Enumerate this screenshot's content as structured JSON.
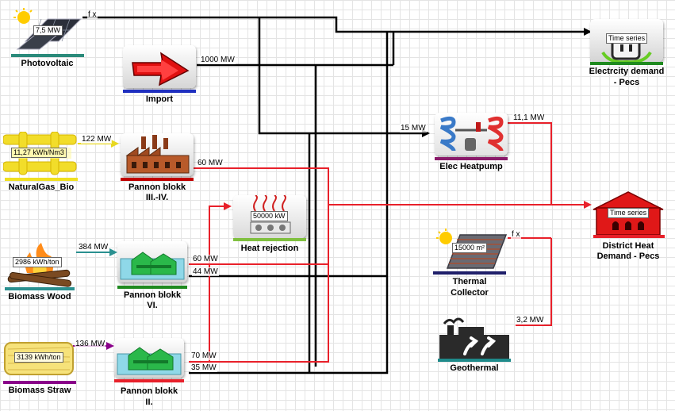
{
  "nodes": {
    "photovoltaic": {
      "label": "Photovoltaic",
      "value": "7,5 MW"
    },
    "import": {
      "label": "Import"
    },
    "electricity_demand": {
      "label_line1": "Electrcity demand",
      "label_line2": "- Pecs",
      "badge": "Time series"
    },
    "natural_gas": {
      "label": "NaturalGas_Bio",
      "value": "11,27 kWh/Nm3"
    },
    "pannon_3_4": {
      "label_line1": "Pannon blokk",
      "label_line2": "III.-IV."
    },
    "elec_heatpump": {
      "label": "Elec Heatpump"
    },
    "heat_rejection": {
      "label": "Heat rejection",
      "value": "50000 kW"
    },
    "district_heat": {
      "label_line1": "District Heat",
      "label_line2": "Demand - Pecs",
      "badge": "Time series"
    },
    "biomass_wood": {
      "label": "Biomass Wood",
      "value": "2986 kWh/ton"
    },
    "pannon_6": {
      "label_line1": "Pannon blokk",
      "label_line2": "VI."
    },
    "thermal_collector": {
      "label_line1": "Thermal",
      "label_line2": "Collector",
      "value": "15000 m²"
    },
    "biomass_straw": {
      "label": "Biomass Straw",
      "value": "3139 kWh/ton"
    },
    "pannon_2": {
      "label_line1": "Pannon blokk",
      "label_line2": "II."
    },
    "geothermal": {
      "label": "Geothermal"
    }
  },
  "flows": {
    "pv_out": "f x",
    "import_out": "1000 MW",
    "gas_in": "122 MW",
    "p34_heat": "60 MW",
    "heatpump_in": "15 MW",
    "heatpump_out": "11,1 MW",
    "wood_in": "384 MW",
    "p6_heat": "60 MW",
    "p6_elec": "44 MW",
    "collector_out": "f x",
    "straw_in": "136 MW",
    "p2_heat": "70 MW",
    "p2_elec": "35 MW",
    "geo_out": "3,2 MW"
  },
  "colors": {
    "electric_wire": "#000000",
    "heat_wire": "#e8202a",
    "gas_wire": "#f0e020",
    "wood_wire": "#2a9090",
    "straw_wire": "#8a008a",
    "pv_bar": "#2a8a7a",
    "import_bar": "#1f2fbf",
    "demand_bar": "#1f8a1f",
    "gas_bar": "#f0e020",
    "pannon_bar": "#c00000",
    "heatpump_bar": "#8a1a6a",
    "heat_rejection_bar": "#80c040",
    "district_bar": "#e8202a",
    "wood_bar": "#2a9090",
    "pannon6_bar": "#1f8a1f",
    "collector_bar": "#1f1f6a",
    "straw_bar": "#8a008a",
    "pannon2_bar": "#e8202a",
    "geothermal_bar": "#1f8a8a"
  },
  "icons": [
    "solar-panel-icon",
    "import-arrow-icon",
    "power-outlet-icon",
    "gas-pipes-icon",
    "factory-icon",
    "heatpump-coil-icon",
    "heat-rejection-icon",
    "house-icon",
    "campfire-icon",
    "chp-plant-icon",
    "solar-collector-icon",
    "straw-bale-icon",
    "geothermal-plant-icon"
  ]
}
